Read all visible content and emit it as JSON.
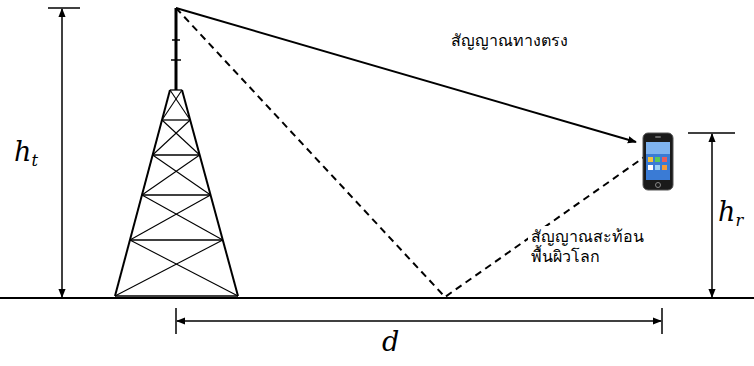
{
  "diagram": {
    "labels": [
      "ht",
      "hr",
      "d",
      "สัญญาณทางตรง",
      "สัญญาณสะท้อน พื้นผิวโลก"
    ]
  }
}
